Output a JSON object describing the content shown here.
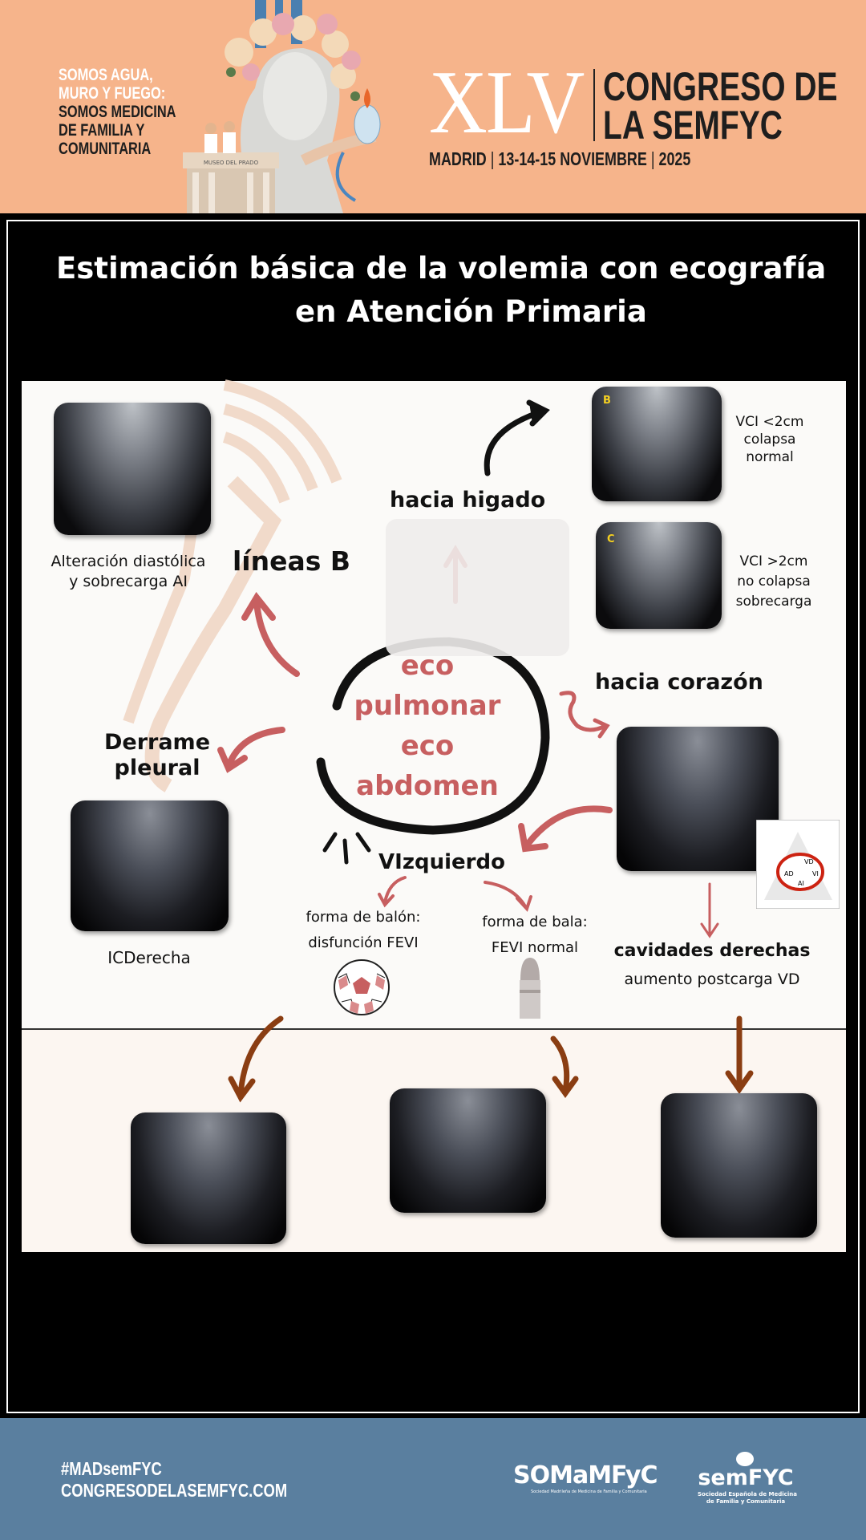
{
  "header": {
    "slogan_lines": [
      "SOMOS AGUA,",
      "MURO Y FUEGO:",
      "SOMOS MEDICINA",
      "DE FAMILIA Y",
      "COMUNITARIA"
    ],
    "edition": "XLV",
    "congress_line1": "CONGRESO DE",
    "congress_line2": "LA SEMFYC",
    "city": "MADRID",
    "dates": "13-14-15 NOVIEMBRE",
    "year": "2025",
    "museum_sign": "MUSEO DEL PRADO"
  },
  "poster": {
    "title_line1": "Estimación básica de la volemia con ecografía",
    "title_line2": "en Atención Primaria",
    "b_lines_caption1": "Alteración diastólica",
    "b_lines_caption2": "y sobrecarga AI",
    "b_lines_label": "líneas B",
    "liver_label": "hacia higado",
    "vci_normal": [
      "VCI <2cm",
      "colapsa",
      "normal"
    ],
    "vci_overload": [
      "VCI >2cm",
      "no colapsa",
      "sobrecarga"
    ],
    "image_b_letter": "B",
    "image_c_letter": "C",
    "center_lines": [
      "eco",
      "pulmonar",
      "eco",
      "abdomen"
    ],
    "heart_label": "hacia corazón",
    "effusion_label1": "Derrame",
    "effusion_label2": "pleural",
    "effusion_caption": "ICDerecha",
    "lv_label": "VIzquierdo",
    "balloon1": "forma de balón:",
    "balloon2": "disfunción FEVI",
    "bullet1": "forma de bala:",
    "bullet2": "FEVI normal",
    "right_label": "cavidades derechas",
    "right_caption": "aumento postcarga VD",
    "diagram_labels": [
      "VD",
      "AD",
      "VI",
      "AI"
    ]
  },
  "footer": {
    "hashtag": "#MADsemFYC",
    "website": "CONGRESODELASEMFYC.COM",
    "logo1": "SOMaMFyC",
    "logo1_sub": "Sociedad Madrileña de Medicina de Familia y Comunitaria",
    "logo2": "semFYC",
    "logo2_sub1": "Sociedad Española de Medicina",
    "logo2_sub2": "de Familia y Comunitaria"
  },
  "colors": {
    "header_bg": "#f6b48b",
    "footer_bg": "#5a7f9f",
    "accent_red": "#c75f60",
    "arrow_brown": "#8a3d12"
  }
}
